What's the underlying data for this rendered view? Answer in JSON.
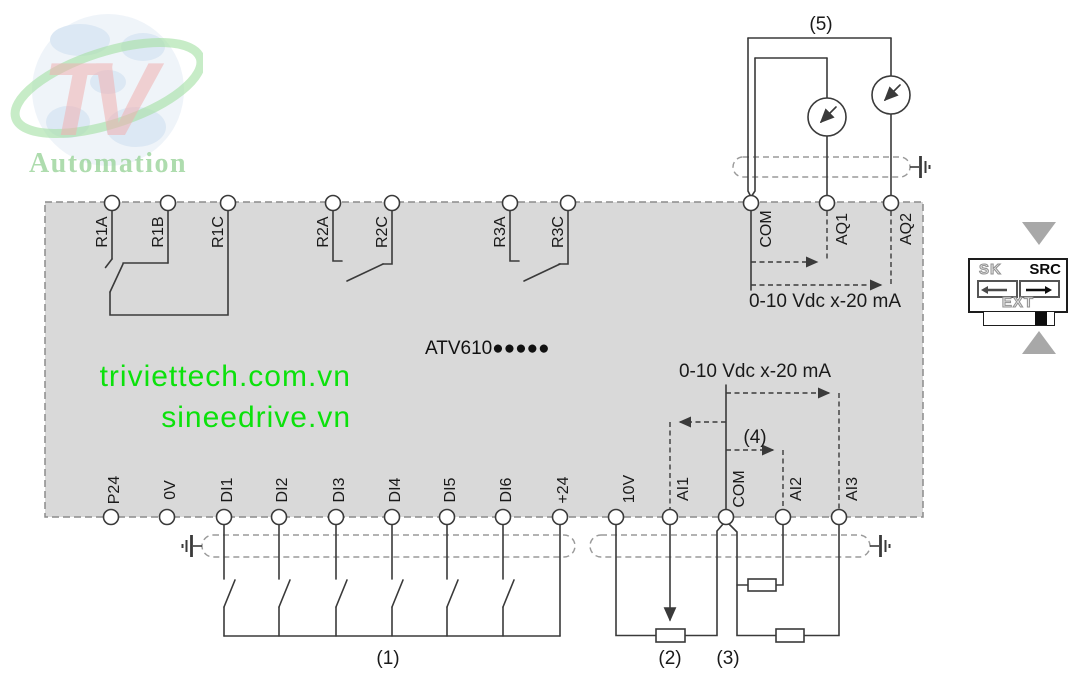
{
  "watermark": {
    "tv_text": "TV",
    "caption": "Automation",
    "website1": "triviettech.com.vn",
    "website2": "sineedrive.vn"
  },
  "diagram": {
    "model": "ATV610●●●●●",
    "analog_output_range": "0-10 Vdc x-20 mA",
    "analog_input_range": "0-10 Vdc x-20 mA",
    "annotations": {
      "a1": "(1)",
      "a2": "(2)",
      "a3": "(3)",
      "a4": "(4)",
      "a5": "(5)"
    },
    "terminals": {
      "top": [
        "R1A",
        "R1B",
        "R1C",
        "R2A",
        "R2C",
        "R3A",
        "R3C",
        "COM",
        "AQ1",
        "AQ2"
      ],
      "bottom": [
        "P24",
        "0V",
        "DI1",
        "DI2",
        "DI3",
        "DI4",
        "DI5",
        "DI6",
        "+24",
        "10V",
        "AI1",
        "COM",
        "AI2",
        "AI3"
      ]
    }
  },
  "sink_source_switch": {
    "sink_label": "SK",
    "source_label": "SRC",
    "ext_label": "EXT"
  },
  "colors": {
    "block_fill": "#d9d9d9",
    "line": "#3a3a3a",
    "watermark_green": "#0ce10c",
    "watermark_red": "#efaaaa",
    "switch_marker_gray": "#a8a8a8"
  }
}
